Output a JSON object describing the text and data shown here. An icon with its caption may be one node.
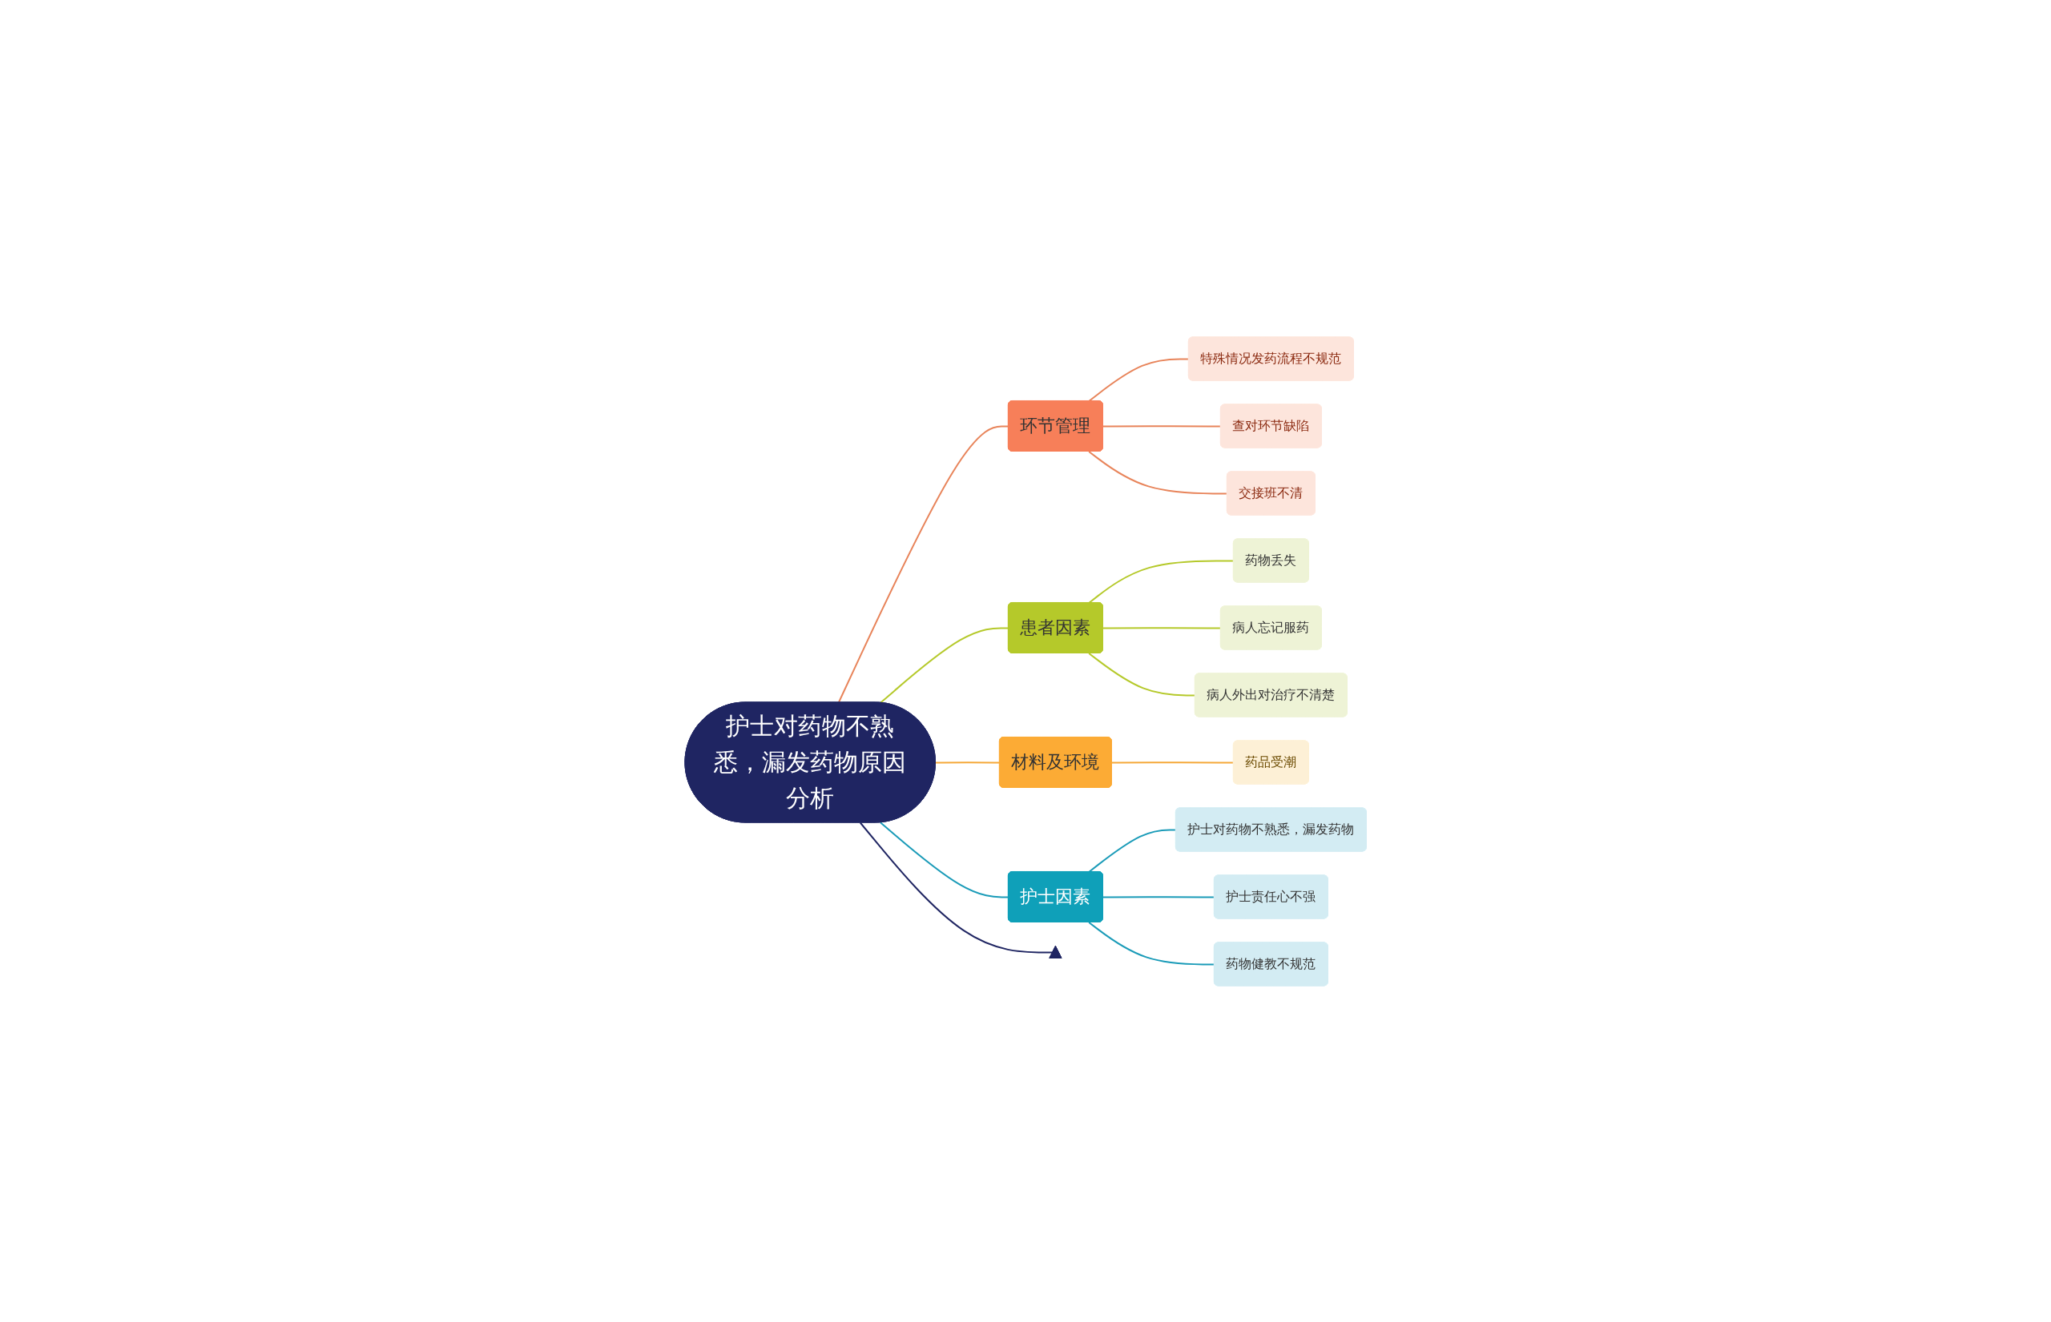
{
  "diagram": {
    "nodes": [
      {
        "text": [
          "护士对药物不熟悉，漏发药物原因分析"
        ]
      },
      {
        "text": [
          "环节管理"
        ]
      },
      {
        "text": [
          "特殊情况发药流程不规范"
        ]
      },
      {
        "text": [
          "查对环节缺陷"
        ]
      },
      {
        "text": [
          "交接班不清"
        ]
      },
      {
        "text": [
          "患者因素"
        ]
      },
      {
        "text": [
          "药物丢失"
        ]
      },
      {
        "text": [
          "病人忘记服药"
        ]
      },
      {
        "text": [
          "病人外出对治疗不清楚"
        ]
      },
      {
        "text": [
          "材料及环境"
        ]
      },
      {
        "text": [
          "药品受潮"
        ]
      },
      {
        "text": [
          "护士因素"
        ]
      },
      {
        "text": [
          "护士对药物不熟悉，漏发药物"
        ]
      },
      {
        "text": [
          "护士责任心不强"
        ]
      },
      {
        "text": [
          "药物健教不规范"
        ]
      },
      {
        "text": [],
        "shape": "triangle"
      }
    ],
    "edges": [
      {
        "from": 0,
        "to": 15,
        "arrow": "none",
        "color": "#1f2562"
      },
      {
        "from": 0,
        "to": 1,
        "arrow": "none",
        "color": "#e8845a"
      },
      {
        "from": 1,
        "to": 2,
        "arrow": "none",
        "color": "#e8845a"
      },
      {
        "from": 1,
        "to": 3,
        "arrow": "none",
        "color": "#e8845a"
      },
      {
        "from": 1,
        "to": 4,
        "arrow": "none",
        "color": "#e8845a"
      },
      {
        "from": 0,
        "to": 5,
        "arrow": "none",
        "color": "#b5c92a"
      },
      {
        "from": 5,
        "to": 6,
        "arrow": "none",
        "color": "#b5c92a"
      },
      {
        "from": 5,
        "to": 7,
        "arrow": "none",
        "color": "#b5c92a"
      },
      {
        "from": 5,
        "to": 8,
        "arrow": "none",
        "color": "#b5c92a"
      },
      {
        "from": 0,
        "to": 9,
        "arrow": "none",
        "color": "#f5a93a"
      },
      {
        "from": 9,
        "to": 10,
        "arrow": "none",
        "color": "#f5a93a"
      },
      {
        "from": 0,
        "to": 11,
        "arrow": "none",
        "color": "#1a9bb8"
      },
      {
        "from": 11,
        "to": 12,
        "arrow": "none",
        "color": "#1a9bb8"
      },
      {
        "from": 11,
        "to": 13,
        "arrow": "none",
        "color": "#1a9bb8"
      },
      {
        "from": 11,
        "to": 14,
        "arrow": "none",
        "color": "#1a9bb8"
      }
    ]
  }
}
